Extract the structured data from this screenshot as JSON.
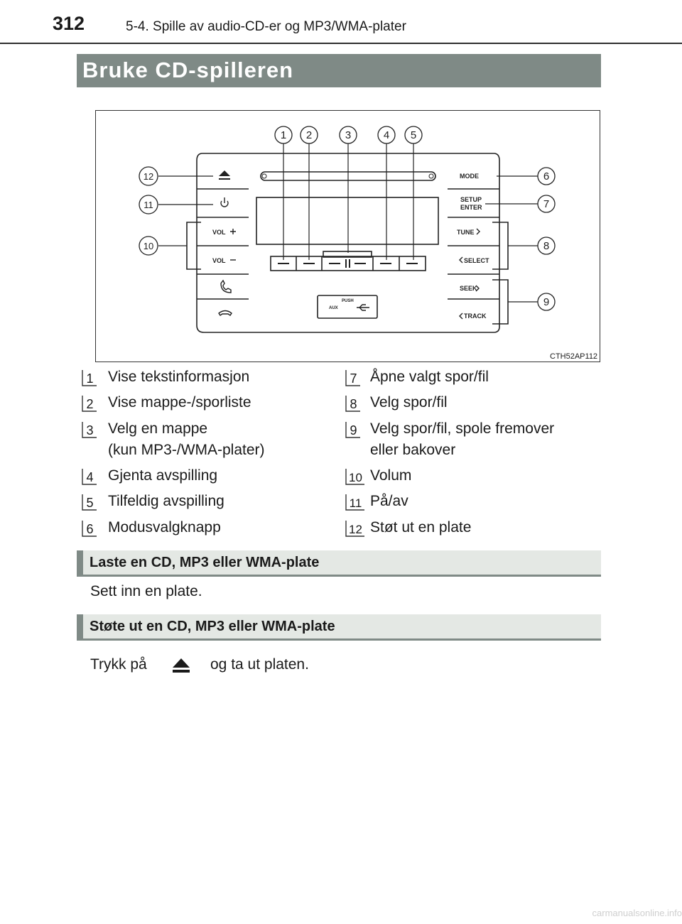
{
  "header": {
    "page_number": "312",
    "chapter": "5-4. Spille av audio-CD-er og MP3/WMA-plater"
  },
  "section_title": "Bruke CD-spilleren",
  "figure": {
    "code": "CTH52AP112",
    "labels": {
      "mode": "MODE",
      "setup": "SETUP",
      "enter": "ENTER",
      "tune": "TUNE",
      "select": "SELECT",
      "seek": "SEEK",
      "track": "TRACK",
      "vol_up": "VOL",
      "vol_down": "VOL",
      "push": "PUSH",
      "aux": "AUX"
    },
    "callouts": [
      "1",
      "2",
      "3",
      "4",
      "5",
      "6",
      "7",
      "8",
      "9",
      "10",
      "11",
      "12"
    ]
  },
  "legend": {
    "left": [
      {
        "num": "1",
        "lines": [
          "Vise tekstinformasjon"
        ]
      },
      {
        "num": "2",
        "lines": [
          "Vise mappe-/sporliste"
        ]
      },
      {
        "num": "3",
        "lines": [
          "Velg en mappe",
          "(kun MP3-/WMA-plater)"
        ]
      },
      {
        "num": "4",
        "lines": [
          "Gjenta avspilling"
        ]
      },
      {
        "num": "5",
        "lines": [
          "Tilfeldig avspilling"
        ]
      },
      {
        "num": "6",
        "lines": [
          "Modusvalgknapp"
        ]
      }
    ],
    "right": [
      {
        "num": "7",
        "lines": [
          "Åpne valgt spor/fil"
        ]
      },
      {
        "num": "8",
        "lines": [
          "Velg spor/fil"
        ]
      },
      {
        "num": "9",
        "lines": [
          "Velg spor/fil, spole fremover",
          "eller bakover"
        ]
      },
      {
        "num": "10",
        "lines": [
          "Volum"
        ]
      },
      {
        "num": "11",
        "lines": [
          "På/av"
        ]
      },
      {
        "num": "12",
        "lines": [
          "Støt ut en plate"
        ]
      }
    ]
  },
  "load_section": {
    "title": "Laste en CD, MP3 eller WMA-plate",
    "text": "Sett inn en plate."
  },
  "eject_section": {
    "title": "Støte ut en CD, MP3 eller WMA-plate",
    "text_before": "Trykk på",
    "text_after": "og ta ut platen."
  },
  "watermark": "carmanualsonline.info"
}
